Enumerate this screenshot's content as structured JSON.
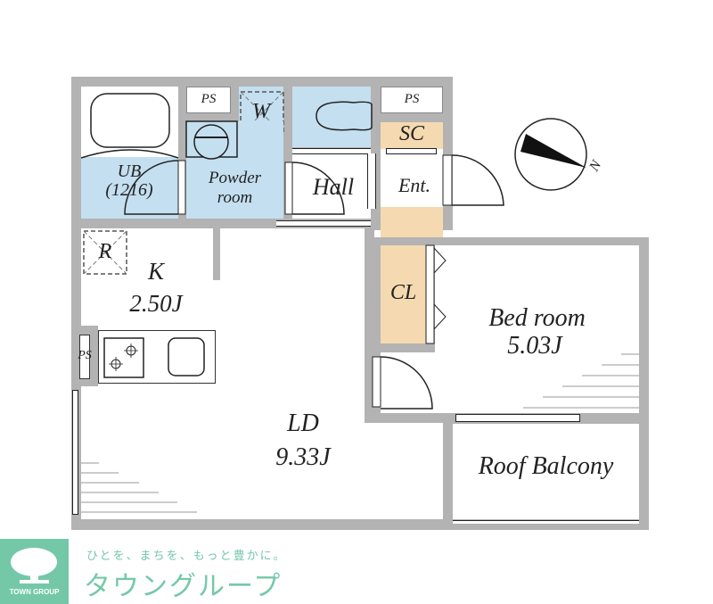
{
  "floorplan": {
    "rooms": {
      "ub": {
        "label": "UB",
        "size": "(1216)"
      },
      "powder": {
        "label_line1": "Powder",
        "label_line2": "room"
      },
      "hall": {
        "label": "Hall"
      },
      "entrance": {
        "label": "Ent."
      },
      "sc": {
        "label": "SC"
      },
      "ps_top_left": {
        "label": "PS"
      },
      "ps_top_right": {
        "label": "PS"
      },
      "ps_kitchen": {
        "label": "PS"
      },
      "washer": {
        "label": "W"
      },
      "fridge": {
        "label": "R"
      },
      "kitchen": {
        "label": "K",
        "size": "2.50J"
      },
      "closet": {
        "label": "CL"
      },
      "bedroom": {
        "label": "Bed room",
        "size": "5.03J"
      },
      "living": {
        "label": "LD",
        "size": "9.33J"
      },
      "balcony": {
        "label": "Roof Balcony"
      }
    },
    "compass": {
      "label": "N"
    },
    "colors": {
      "wall": "#b3b3b3",
      "wet_area": "#c4dff0",
      "storage": "#f5d9b0"
    }
  },
  "branding": {
    "logo_text": "TOWN GROUP",
    "tagline": "ひとを、まちを、もっと豊かに。",
    "name": "タウングループ",
    "color": "#74c8a8"
  }
}
